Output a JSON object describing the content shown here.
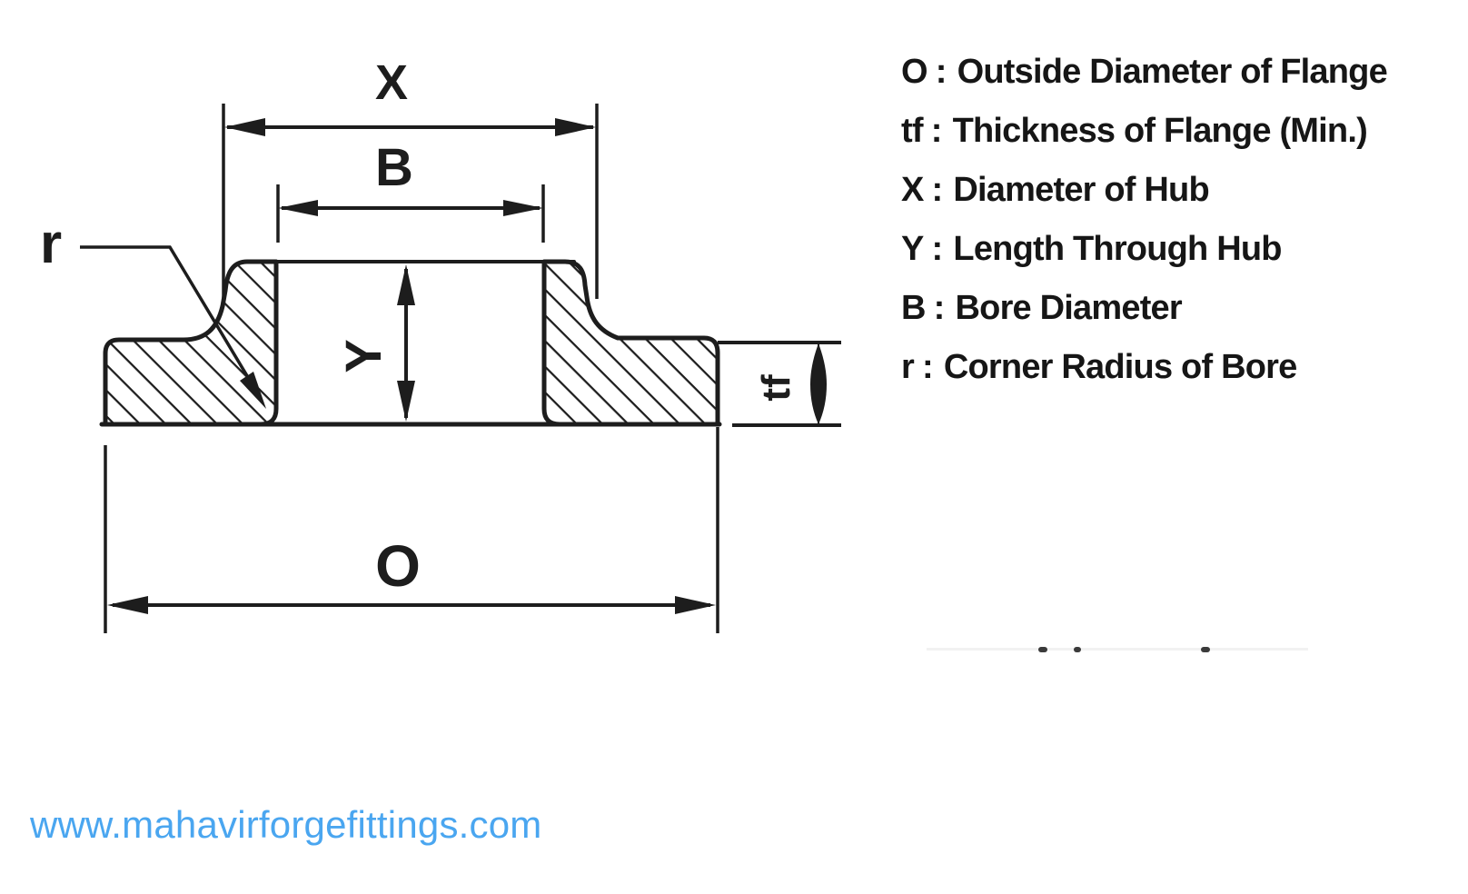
{
  "diagram": {
    "dimension_labels": {
      "outside_diameter": "O",
      "flange_thickness": "tf",
      "hub_diameter": "X",
      "hub_length": "Y",
      "bore_diameter": "B",
      "corner_radius": "r"
    }
  },
  "legend": {
    "colon": ":",
    "items": [
      {
        "symbol": "O",
        "description": "Outside Diameter of Flange"
      },
      {
        "symbol": "tf",
        "description": "Thickness of Flange (Min.)"
      },
      {
        "symbol": "X",
        "description": "Diameter of Hub"
      },
      {
        "symbol": "Y",
        "description": "Length Through Hub"
      },
      {
        "symbol": "B",
        "description": "Bore Diameter"
      },
      {
        "symbol": "r",
        "description": "Corner Radius of Bore"
      }
    ]
  },
  "footer": {
    "website": "www.mahavirforgefittings.com"
  },
  "colors": {
    "line": "#1d1d1d",
    "link": "#4aa6f0",
    "background": "#ffffff"
  }
}
